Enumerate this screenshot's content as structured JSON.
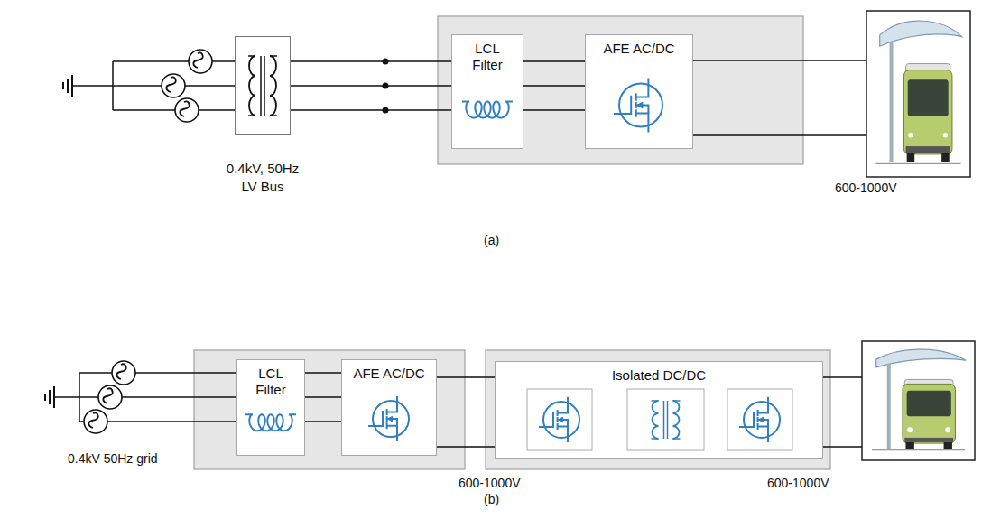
{
  "diagram": {
    "nodes": [
      {
        "text": [
          "0.4kV, 50Hz LV Bus"
        ]
      },
      {
        "text": [
          "LCL Filter"
        ]
      },
      {
        "text": [
          "AFE AC/DC"
        ]
      },
      {
        "text": [
          "LCL Filter"
        ]
      },
      {
        "text": [
          "AFE AC/DC"
        ]
      },
      {
        "text": [
          "Isolated DC/DC"
        ]
      }
    ],
    "edges": [
      {
        "from": 0,
        "to": 1,
        "arrow": "none"
      },
      {
        "from": 1,
        "to": 2,
        "arrow": "none"
      },
      {
        "from": 3,
        "to": 4,
        "arrow": "none"
      },
      {
        "from": 4,
        "to": 5,
        "arrow": "none"
      }
    ],
    "labels": [
      "600-1000V",
      "(a)",
      "0.4kV 50Hz grid",
      "600-1000V",
      "600-1000V",
      "(b)"
    ]
  }
}
